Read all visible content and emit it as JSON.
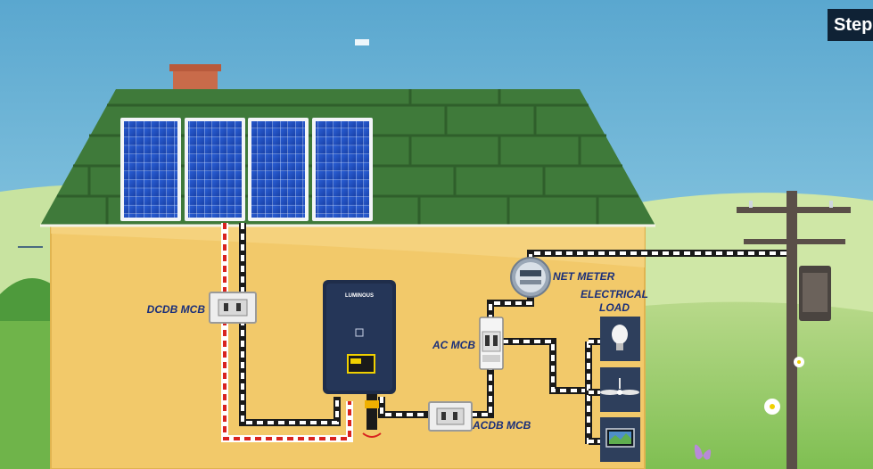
{
  "header": {
    "step_label": "Step"
  },
  "labels": {
    "dcdb_mcb": "DCDB MCB",
    "ac_mcb": "AC MCB",
    "acdb_mcb": "ACDB MCB",
    "net_meter": "NET METER",
    "electrical_load_line1": "ELECTRICAL",
    "electrical_load_line2": "LOAD",
    "inverter_brand": "LUMINOUS"
  },
  "icons": {
    "solar_panels": "solar-panel-icon",
    "inverter": "inverter-icon",
    "meter": "net-meter-icon",
    "bulb": "light-bulb-icon",
    "fan": "ceiling-fan-icon",
    "tv": "television-icon",
    "pole": "utility-pole-icon",
    "butterfly": "butterfly-icon"
  },
  "colors": {
    "sky": "#7fc4e0",
    "roof": "#3f7a3a",
    "wall": "#f2c96a",
    "dc_positive_wire": "#d8231f",
    "label_text": "#1a2f7a",
    "inverter_body": "#1f2d4a",
    "load_panel": "#2e3f5c"
  }
}
